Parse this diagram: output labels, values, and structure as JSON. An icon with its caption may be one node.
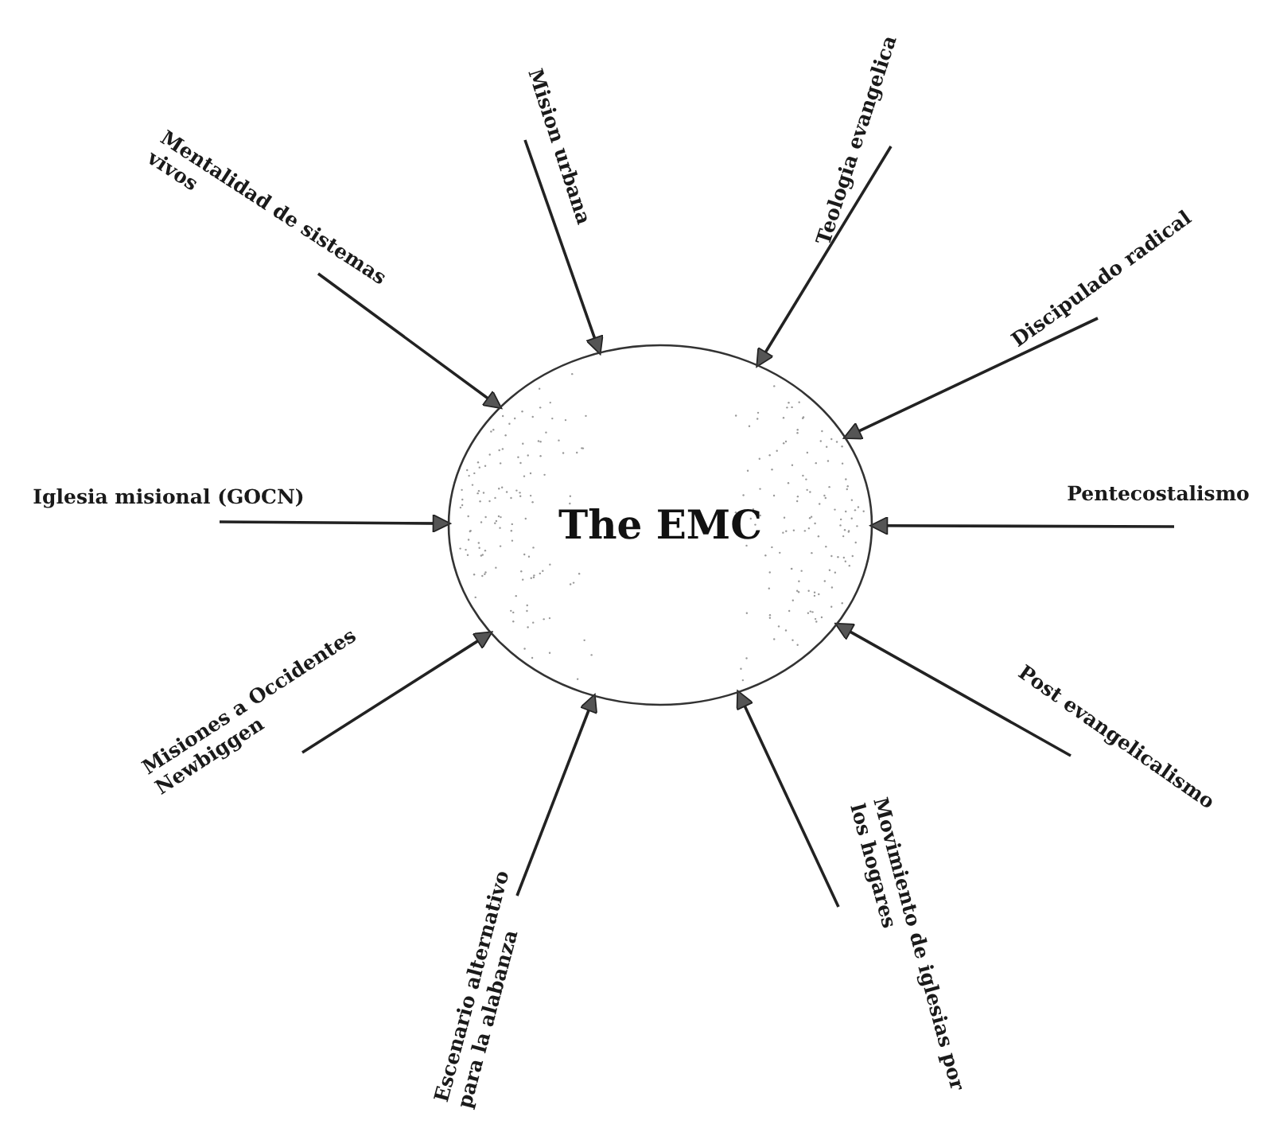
{
  "diagram": {
    "nodes": [
      {
        "text": [
          "Mision urbana"
        ]
      },
      {
        "text": [
          "Teologia evangelica"
        ]
      },
      {
        "text": [
          "Mentalidad de sistemas vivos"
        ]
      },
      {
        "text": [
          "Discipulado radical"
        ]
      },
      {
        "text": [
          "Iglesia misional (GOCN)"
        ]
      },
      {
        "text": [
          "The EMC"
        ]
      },
      {
        "text": [
          "Pentecostalismo"
        ]
      },
      {
        "text": [
          "Misiones a Occidentes Newbiggen"
        ]
      },
      {
        "text": [
          "Post evangelicalismo"
        ]
      },
      {
        "text": [
          "Escenario alternativo para la alabanza"
        ]
      },
      {
        "text": [
          "Movimiento de iglesias por los hogares"
        ]
      }
    ],
    "edges": [
      {
        "from": 0,
        "to": 5,
        "arrow": "to"
      },
      {
        "from": 1,
        "to": 5,
        "arrow": "to"
      },
      {
        "from": 2,
        "to": 5,
        "arrow": "to"
      },
      {
        "from": 3,
        "to": 5,
        "arrow": "to"
      },
      {
        "from": 4,
        "to": 5,
        "arrow": "to"
      },
      {
        "from": 6,
        "to": 5,
        "arrow": "to"
      },
      {
        "from": 7,
        "to": 5,
        "arrow": "to"
      },
      {
        "from": 8,
        "to": 5,
        "arrow": "to"
      },
      {
        "from": 9,
        "to": 5,
        "arrow": "to"
      },
      {
        "from": 10,
        "to": 5,
        "arrow": "to"
      }
    ]
  }
}
